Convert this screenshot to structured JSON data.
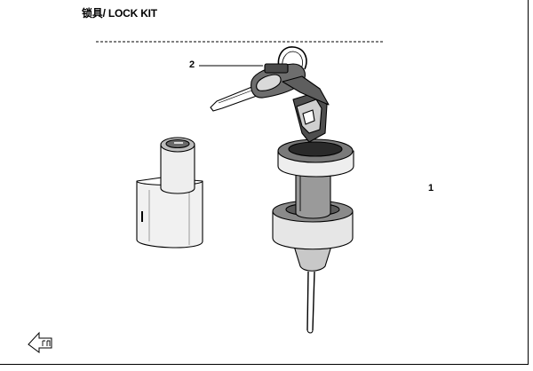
{
  "title": "锁具/ LOCK KIT",
  "callouts": {
    "ignition_switch": "1",
    "key": "2"
  },
  "icons": {
    "front_indicator": "front-arrow-icon"
  }
}
